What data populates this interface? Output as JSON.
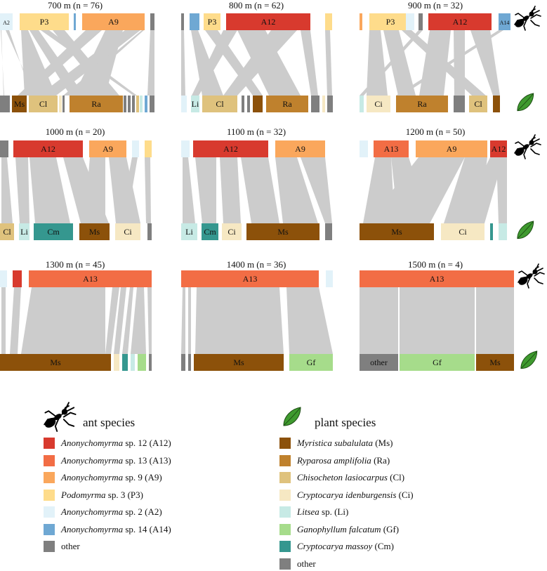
{
  "colors": {
    "A12": "#d83a2e",
    "A13": "#f26d45",
    "A9": "#faa75c",
    "P3": "#fedc8b",
    "A2": "#e2f2f9",
    "A14": "#6fa8d3",
    "other": "#7f7f7f",
    "Ms": "#8c510a",
    "Ra": "#bf812d",
    "Cl": "#dfc27d",
    "Ci": "#f6e8c3",
    "Li": "#c7eae5",
    "Gf": "#a6dc8b",
    "Cm": "#35978f",
    "link": "#cccccc"
  },
  "panels": [
    {
      "title": "700 m (n = 76)",
      "ant_labels": [
        "A2",
        "P3",
        "A9"
      ],
      "plant_labels": [
        "Ms",
        "Cl",
        "Ra"
      ]
    },
    {
      "title": "800 m (n = 62)",
      "ant_labels": [
        "P3",
        "A12"
      ],
      "plant_labels": [
        "Li",
        "Cl",
        "Ra"
      ]
    },
    {
      "title": "900 m (n = 32)",
      "ant_labels": [
        "P3",
        "A12",
        "A14"
      ],
      "plant_labels": [
        "Ci",
        "Ra",
        "Cl"
      ]
    },
    {
      "title": "1000 m (n = 20)",
      "ant_labels": [
        "A12",
        "A9"
      ],
      "plant_labels": [
        "Cl",
        "Li",
        "Cm",
        "Ms",
        "Ci"
      ]
    },
    {
      "title": "1100 m (n = 32)",
      "ant_labels": [
        "A12",
        "A9"
      ],
      "plant_labels": [
        "Li",
        "Cm",
        "Ci",
        "Ms"
      ]
    },
    {
      "title": "1200 m (n = 50)",
      "ant_labels": [
        "A13",
        "A9",
        "A12"
      ],
      "plant_labels": [
        "Ms",
        "Ci"
      ]
    },
    {
      "title": "1300 m (n = 45)",
      "ant_labels": [
        "A13"
      ],
      "plant_labels": [
        "Ms"
      ]
    },
    {
      "title": "1400 m (n = 36)",
      "ant_labels": [
        "A13"
      ],
      "plant_labels": [
        "Ms",
        "Gf"
      ]
    },
    {
      "title": "1500 m (n = 4)",
      "ant_labels": [
        "A13"
      ],
      "plant_labels": [
        "other",
        "Gf",
        "Ms"
      ]
    }
  ],
  "legend": {
    "ant_heading": "ant species",
    "plant_heading": "plant species",
    "ants": [
      {
        "genus": "Anonychomyrma",
        "rest": " sp. 12 (A12)",
        "code": "A12"
      },
      {
        "genus": "Anonychomyrma",
        "rest": " sp. 13 (A13)",
        "code": "A13"
      },
      {
        "genus": "Anonychomyrma",
        "rest": " sp. 9 (A9)",
        "code": "A9"
      },
      {
        "genus": "Podomyrma",
        "rest": " sp. 3 (P3)",
        "code": "P3"
      },
      {
        "genus": "Anonychomyrma",
        "rest": " sp. 2 (A2)",
        "code": "A2"
      },
      {
        "genus": "Anonychomyrma",
        "rest": " sp. 14 (A14)",
        "code": "A14"
      },
      {
        "genus": "",
        "rest": "other",
        "code": "other"
      }
    ],
    "plants": [
      {
        "genus": "Myristica subalulata",
        "rest": " (Ms)",
        "code": "Ms"
      },
      {
        "genus": "Ryparosa amplifolia",
        "rest": " (Ra)",
        "code": "Ra"
      },
      {
        "genus": "Chisocheton lasiocarpus",
        "rest": " (Cl)",
        "code": "Cl"
      },
      {
        "genus": "Cryptocarya idenburgensis",
        "rest": "  (Ci)",
        "code": "Ci"
      },
      {
        "genus": "Litsea",
        "rest": " sp. (Li)",
        "code": "Li"
      },
      {
        "genus": "Ganophyllum falcatum",
        "rest": " (Gf)",
        "code": "Gf"
      },
      {
        "genus": "Cryptocarya massoy",
        "rest": " (Cm)",
        "code": "Cm"
      },
      {
        "genus": "",
        "rest": "other",
        "code": "other"
      }
    ]
  }
}
